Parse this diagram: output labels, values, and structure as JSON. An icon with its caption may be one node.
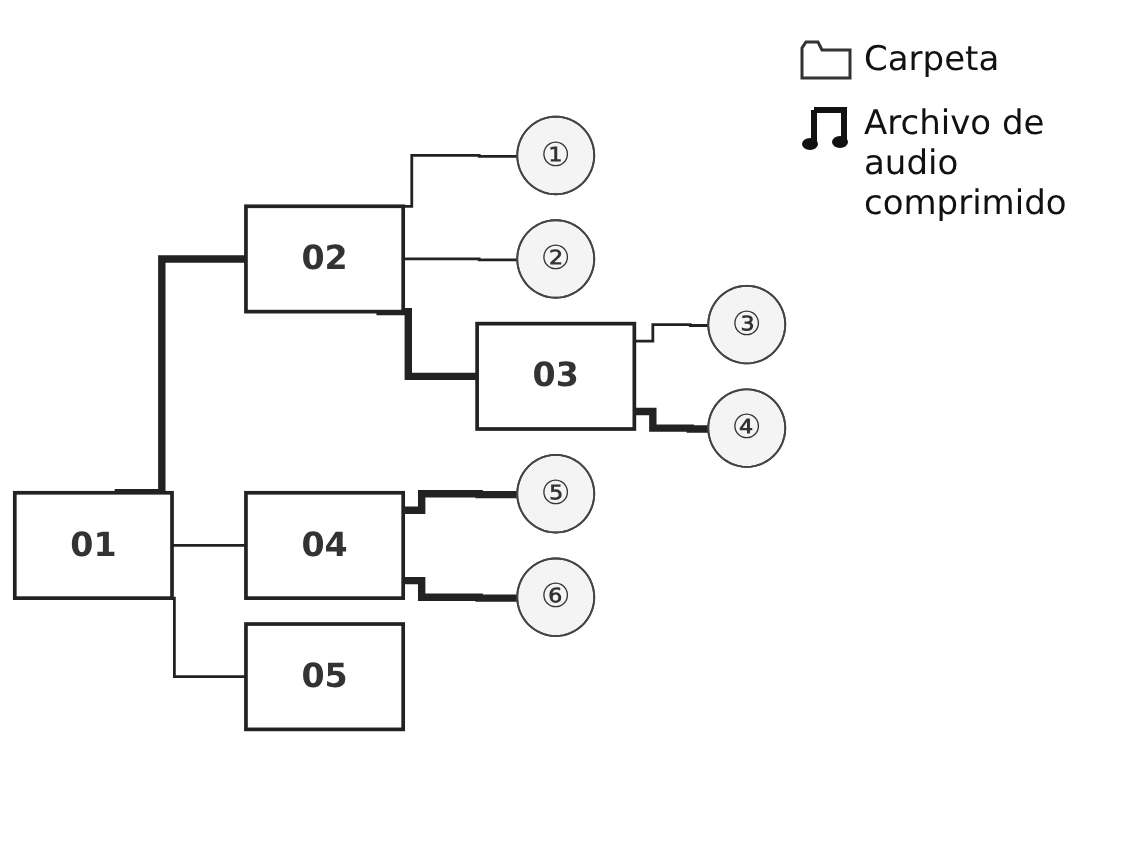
{
  "diagram": {
    "nodes": [
      {
        "text": [
          "01"
        ]
      },
      {
        "text": [
          "02"
        ]
      },
      {
        "text": [
          "①"
        ]
      },
      {
        "text": [
          "②"
        ]
      },
      {
        "text": [
          "03"
        ]
      },
      {
        "text": [
          "③"
        ]
      },
      {
        "text": [
          "④"
        ]
      },
      {
        "text": [
          "04"
        ]
      },
      {
        "text": [
          "⑤"
        ]
      },
      {
        "text": [
          "⑥"
        ]
      },
      {
        "text": [
          "05"
        ]
      }
    ],
    "edges": [
      {
        "from": 0,
        "to": 1,
        "arrow": "none",
        "style": "thick"
      },
      {
        "from": 1,
        "to": 2,
        "arrow": "none"
      },
      {
        "from": 1,
        "to": 3,
        "arrow": "none"
      },
      {
        "from": 1,
        "to": 4,
        "arrow": "none",
        "style": "thick"
      },
      {
        "from": 4,
        "to": 5,
        "arrow": "none"
      },
      {
        "from": 4,
        "to": 6,
        "arrow": "none",
        "style": "thick"
      },
      {
        "from": 0,
        "to": 7,
        "arrow": "none"
      },
      {
        "from": 7,
        "to": 8,
        "arrow": "none",
        "style": "thick"
      },
      {
        "from": 7,
        "to": 9,
        "arrow": "none",
        "style": "thick"
      },
      {
        "from": 0,
        "to": 10,
        "arrow": "none"
      }
    ],
    "legend": [
      {
        "text": "Carpeta"
      },
      {
        "text": "Archivo de audio comprimido"
      }
    ]
  }
}
